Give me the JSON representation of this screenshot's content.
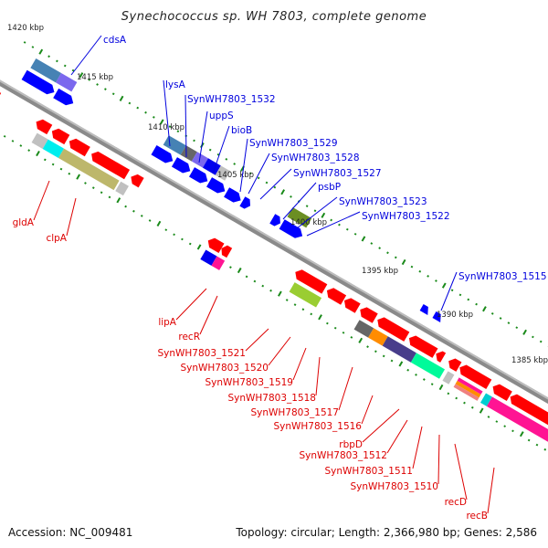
{
  "title": "Synechococcus sp. WH 7803, complete genome",
  "footer": {
    "accession": "Accession: NC_009481",
    "summary": "Topology: circular; Length: 2,366,980 bp; Genes: 2,586"
  },
  "colors": {
    "forward_gene": "#0000ff",
    "reverse_gene": "#ff0000",
    "backbone": "#8a8a8a",
    "tick": "#1a8a1a",
    "forward_label": "#0000dd",
    "reverse_label": "#dd0000"
  },
  "ticks": [
    {
      "kbp": 1420,
      "label": "1420 kbp"
    },
    {
      "kbp": 1415,
      "label": "1415 kbp"
    },
    {
      "kbp": 1410,
      "label": "1410 kbp"
    },
    {
      "kbp": 1405,
      "label": "1405 kbp"
    },
    {
      "kbp": 1400,
      "label": "1400 kbp"
    },
    {
      "kbp": 1395,
      "label": "1395 kbp"
    },
    {
      "kbp": 1390,
      "label": "1390 kbp"
    },
    {
      "kbp": 1385,
      "label": "1385 kbp"
    }
  ],
  "forward_labels": [
    {
      "name": "cdsA"
    },
    {
      "name": "lysA"
    },
    {
      "name": "SynWH7803_1532"
    },
    {
      "name": "uppS"
    },
    {
      "name": "bioB"
    },
    {
      "name": "SynWH7803_1529"
    },
    {
      "name": "SynWH7803_1528"
    },
    {
      "name": "SynWH7803_1527"
    },
    {
      "name": "psbP"
    },
    {
      "name": "SynWH7803_1523"
    },
    {
      "name": "SynWH7803_1522"
    },
    {
      "name": "SynWH7803_1515"
    }
  ],
  "reverse_labels": [
    {
      "name": "gldA"
    },
    {
      "name": "clpA"
    },
    {
      "name": "lipA"
    },
    {
      "name": "recR"
    },
    {
      "name": "SynWH7803_1521"
    },
    {
      "name": "SynWH7803_1520"
    },
    {
      "name": "SynWH7803_1519"
    },
    {
      "name": "SynWH7803_1518"
    },
    {
      "name": "SynWH7803_1517"
    },
    {
      "name": "SynWH7803_1516"
    },
    {
      "name": "rbpD"
    },
    {
      "name": "SynWH7803_1512"
    },
    {
      "name": "SynWH7803_1511"
    },
    {
      "name": "SynWH7803_1510"
    },
    {
      "name": "recD"
    },
    {
      "name": "recB"
    }
  ]
}
